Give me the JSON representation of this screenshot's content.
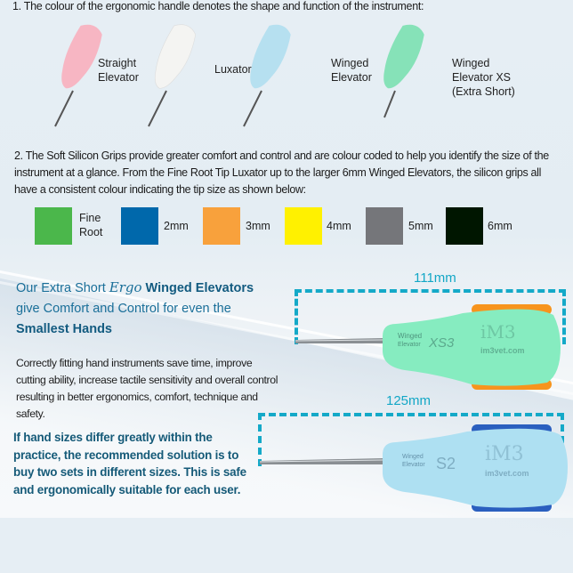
{
  "section1": {
    "heading": "1. The colour of the ergonomic handle denotes the shape and function of the instrument:",
    "instruments": [
      {
        "label_line1": "Straight",
        "label_line2": "Elevator",
        "label_line3": "",
        "handle_color": "#f7b6c3",
        "grip_color": "#f7941d"
      },
      {
        "label_line1": "Luxator",
        "label_line2": "",
        "label_line3": "",
        "handle_color": "#f4f4f2",
        "grip_color": "#f7941d"
      },
      {
        "label_line1": "Winged",
        "label_line2": "Elevator",
        "label_line3": "",
        "handle_color": "#b6e0f0",
        "grip_color": "#f7941d"
      },
      {
        "label_line1": "Winged",
        "label_line2": "Elevator XS",
        "label_line3": "(Extra Short)",
        "handle_color": "#86e2b8",
        "grip_color": "#f7941d"
      }
    ]
  },
  "section2": {
    "paragraph": "2. The Soft Silicon Grips provide greater comfort and control and are colour coded to help you identify the size of the instrument at a glance. From the Fine Root Tip Luxator up to the larger 6mm Winged Elevators, the silicon grips all have a consistent colour indicating the tip size as shown below:",
    "swatches": [
      {
        "label_line1": "Fine",
        "label_line2": "Root",
        "color": "#4bb74b"
      },
      {
        "label_line1": "2mm",
        "label_line2": "",
        "color": "#0068ab"
      },
      {
        "label_line1": "3mm",
        "label_line2": "",
        "color": "#f8a13c"
      },
      {
        "label_line1": "4mm",
        "label_line2": "",
        "color": "#fff100"
      },
      {
        "label_line1": "5mm",
        "label_line2": "",
        "color": "#75767a"
      },
      {
        "label_line1": "6mm",
        "label_line2": "",
        "color": "#001600"
      }
    ]
  },
  "promo": {
    "line1_pre": "Our Extra Short ",
    "ergo": "Ergo",
    "line1_bold": " Winged Elevators",
    "line2": "give Comfort and Control for even the",
    "line3_bold": "Smallest Hands",
    "body": "Correctly fitting hand instruments save time, improve cutting ability, increase tactile sensitivity and overall control resulting in better ergonomics, comfort, technique and safety.",
    "callout": "If hand sizes differ greatly within the practice, the recommended solution is to buy two sets in different sizes. This is safe and ergonomically suitable for each user."
  },
  "comparison": [
    {
      "length": "111mm",
      "model": "XS3",
      "name_line1": "Winged",
      "name_line2": "Elevator",
      "brand": "iM3",
      "url": "im3vet.com",
      "handle_color": "#86ecc0",
      "grip_color": "#f7941d"
    },
    {
      "length": "125mm",
      "model": "S2",
      "name_line1": "Winged",
      "name_line2": "Elevator",
      "brand": "iM3",
      "url": "im3vet.com",
      "handle_color": "#aee0f2",
      "grip_color": "#2a5fbf"
    }
  ],
  "colors": {
    "accent_teal": "#14a9c8",
    "promo_blue": "#1a6f99",
    "callout_blue": "#155a78"
  }
}
